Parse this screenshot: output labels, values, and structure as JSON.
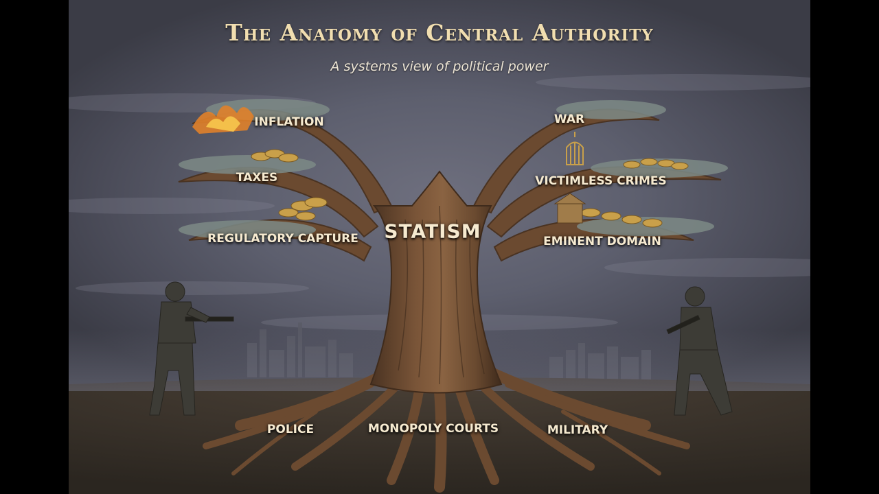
{
  "title": "The Anatomy of Central Authority",
  "subtitle": "A systems view of political power",
  "trunk_label": "STATISM",
  "branches_left": [
    "INFLATION",
    "TAXES",
    "REGULATORY CAPTURE"
  ],
  "branches_right": [
    "WAR",
    "VICTIMLESS CRIMES",
    "EMINENT DOMAIN"
  ],
  "roots": [
    "POLICE",
    "MONOPOLY COURTS",
    "MILITARY"
  ],
  "colors": {
    "background": "#5d5f6e",
    "bark": "#6b4a30",
    "label_text": "#f6ead0",
    "title_text": "#f1deb0",
    "coins": "#c9a04a",
    "fire": "#e0812a"
  },
  "figures": [
    "soldier-left-figure",
    "soldier-right-figure",
    "birdcage-icon",
    "coin-stacks"
  ]
}
